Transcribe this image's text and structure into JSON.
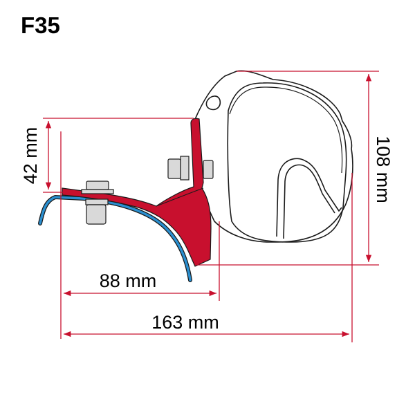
{
  "title": "F35",
  "dimensions": {
    "height_left": "42 mm",
    "width_short": "88 mm",
    "width_total": "163 mm",
    "height_right": "108 mm"
  },
  "colors": {
    "dimension_line": "#c8102e",
    "bracket_fill": "#c8102e",
    "roof_profile": "#2a8fd0",
    "outline": "#1a1a1a",
    "hardware_fill": "#d9d9d9"
  }
}
